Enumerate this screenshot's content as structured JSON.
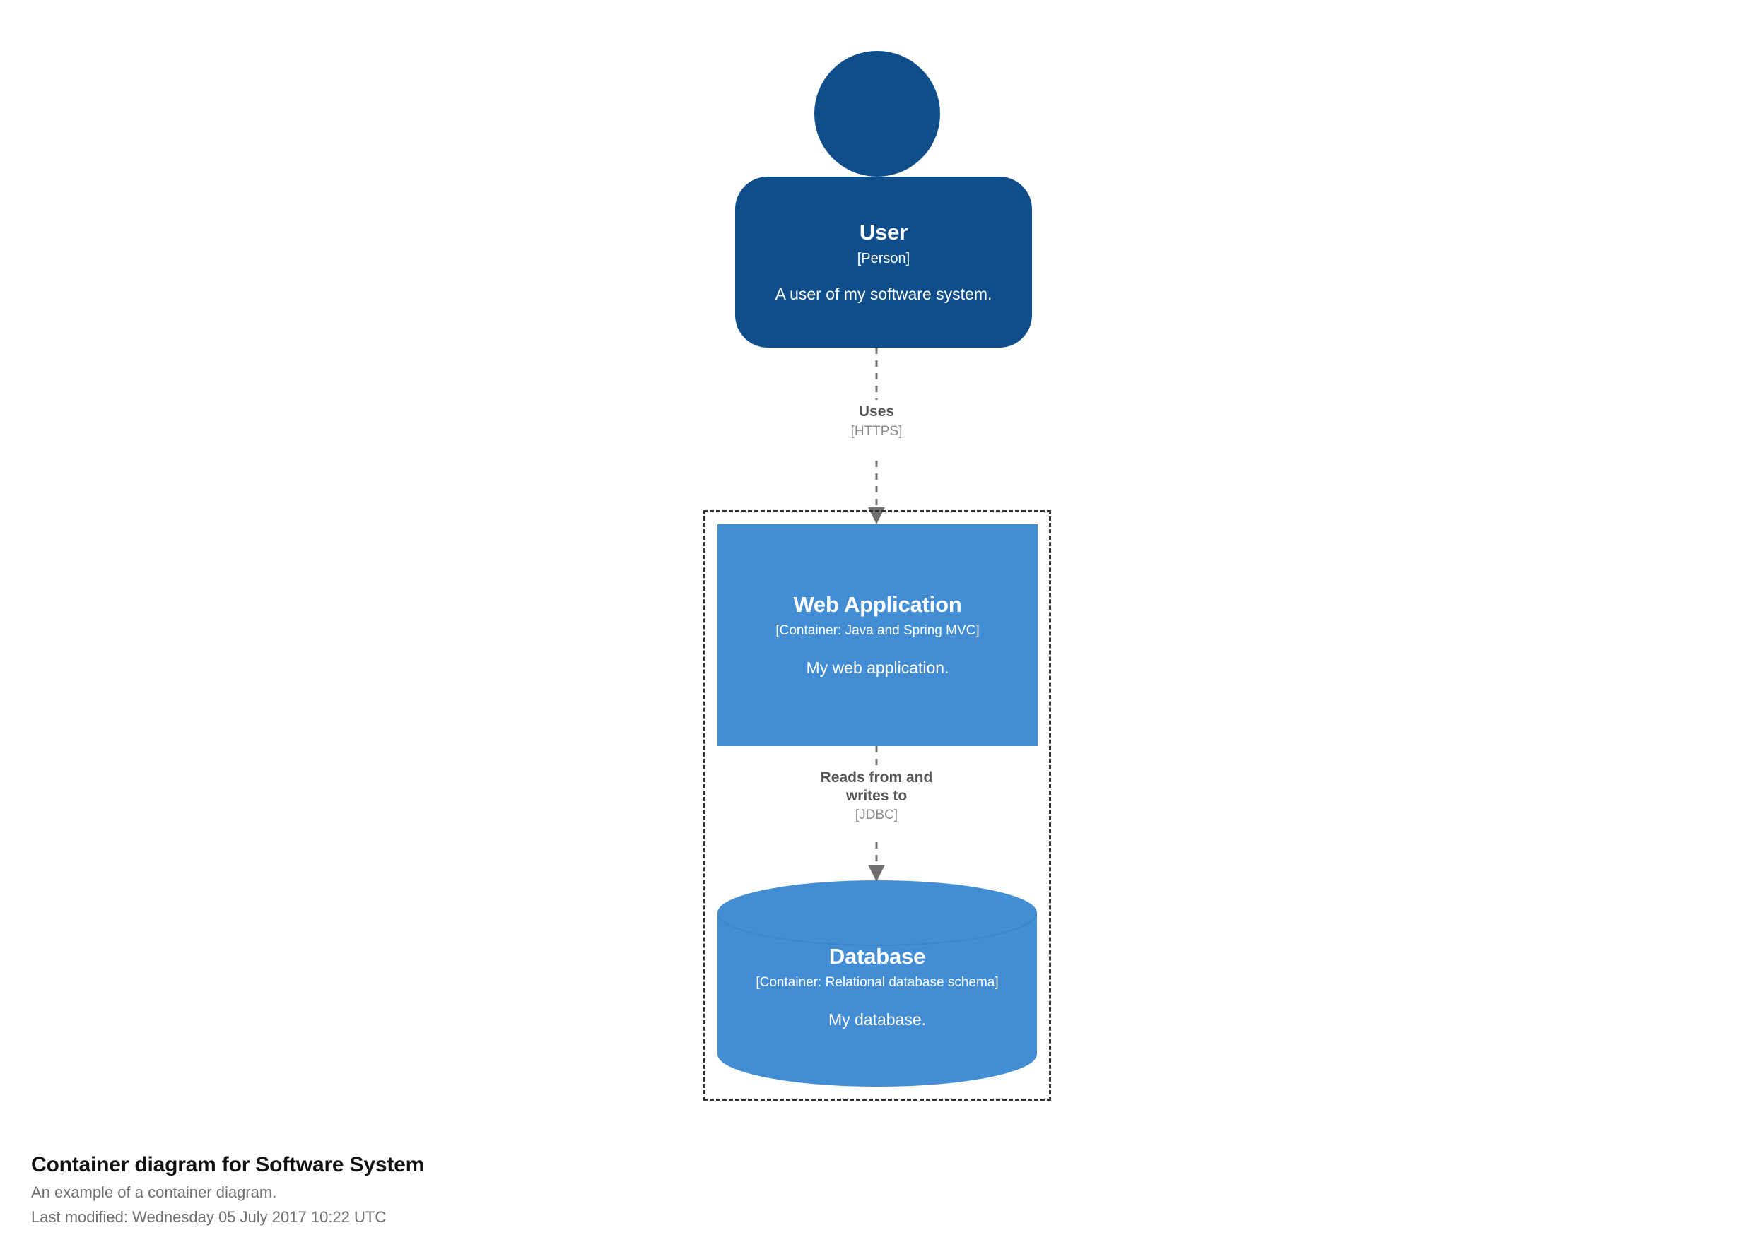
{
  "diagram": {
    "title": "Container diagram for Software System",
    "description": "An example of a container diagram.",
    "last_modified": "Last modified: Wednesday 05 July 2017 10:22 UTC",
    "colors": {
      "person_fill": "#0F4E8A",
      "container_fill": "#438DD5",
      "boundary_stroke": "#2F2F2F",
      "relationship_stroke": "#707070",
      "relationship_label": "#565656",
      "relationship_tech": "#8A8A8A",
      "element_text": "#FFFFFF",
      "background": "#FFFFFF"
    },
    "elements": [
      {
        "id": "user",
        "shape": "person",
        "name": "User",
        "tech": "[Person]",
        "description": "A user of my software system."
      },
      {
        "id": "web-application",
        "shape": "box",
        "name": "Web Application",
        "tech": "[Container: Java and Spring MVC]",
        "description": "My web application."
      },
      {
        "id": "database",
        "shape": "cylinder",
        "name": "Database",
        "tech": "[Container: Relational database schema]",
        "description": "My database."
      }
    ],
    "boundary": {
      "style": "dashed",
      "label": ""
    },
    "relationships": [
      {
        "id": "uses",
        "source": "user",
        "destination": "web-application",
        "description": "Uses",
        "tech": "[HTTPS]",
        "style": "dashed-arrow"
      },
      {
        "id": "reads-writes",
        "source": "web-application",
        "destination": "database",
        "description_line1": "Reads from and",
        "description_line2": "writes to",
        "tech": "[JDBC]",
        "style": "dashed-arrow"
      }
    ]
  }
}
